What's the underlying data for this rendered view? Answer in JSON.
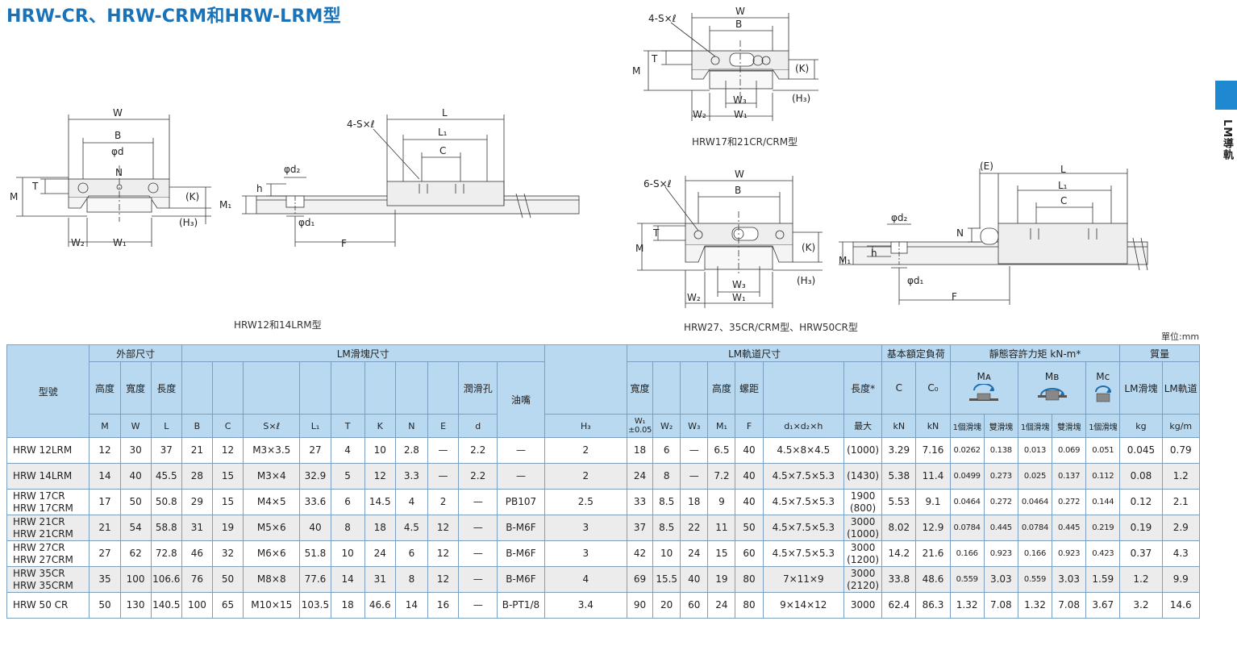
{
  "title": "HRW-CR、HRW-CRM和HRW-LRM型",
  "side_tab": {
    "label": "LM導軌",
    "color": "#1e88d0"
  },
  "captions": {
    "lrm": "HRW12和14LRM型",
    "cr17": "HRW17和21CR/CRM型",
    "cr27": "HRW27、35CR/CRM型、HRW50CR型"
  },
  "unit": "單位:mm",
  "fig_labels": {
    "W": "W",
    "B": "B",
    "M": "M",
    "T": "T",
    "K": "(K)",
    "H3": "(H₃)",
    "W1": "W₁",
    "W2": "W₂",
    "W3": "W₃",
    "phi_d": "φd",
    "N": "N",
    "L": "L",
    "L1": "L₁",
    "C": "C",
    "F": "F",
    "h": "h",
    "M1": "M₁",
    "phi_d1": "φd₁",
    "phi_d2": "φd₂",
    "S4": "4-S×ℓ",
    "S6": "6-S×ℓ",
    "E": "(E)"
  },
  "table": {
    "groups": {
      "model": "型號",
      "outer": "外部尺寸",
      "block": "LM滑塊尺寸",
      "rail": "LM軌道尺寸",
      "load": "基本額定負荷",
      "moment": "靜態容許力矩 kN-m*",
      "mass": "質量"
    },
    "sub": {
      "height": "高度",
      "width": "寬度",
      "length": "長度",
      "lube": "潤滑孔",
      "nipple": "油嘴",
      "rail_width": "寬度",
      "rail_height": "高度",
      "pitch": "螺距",
      "rail_length": "長度*",
      "C": "C",
      "C0": "C₀",
      "MA": "Mᴀ",
      "MB": "Mʙ",
      "MC": "Mᴄ",
      "lm_block": "LM滑塊",
      "lm_rail": "LM軌道"
    },
    "units": {
      "M": "M",
      "W": "W",
      "L": "L",
      "B": "B",
      "C": "C",
      "S": "S×ℓ",
      "L1": "L₁",
      "T": "T",
      "K": "K",
      "N": "N",
      "E": "E",
      "d": "d",
      "H3": "H₃",
      "W1a": "W₁",
      "W1b": "±0.05",
      "W2": "W₂",
      "W3": "W₃",
      "M1": "M₁",
      "F": "F",
      "dd": "d₁×d₂×h",
      "max": "最大",
      "kN1": "kN",
      "kN2": "kN",
      "one1": "1個滑塊",
      "two1": "雙滑塊",
      "one2": "1個滑塊",
      "two2": "雙滑塊",
      "one3": "1個滑塊",
      "kg": "kg",
      "kgm": "kg/m"
    },
    "rows": [
      {
        "model": [
          "HRW 12LRM"
        ],
        "M": "12",
        "W": "30",
        "L": "37",
        "B": "21",
        "C": "12",
        "S": "M3×3.5",
        "L1": "27",
        "T": "4",
        "K": "10",
        "N": "2.8",
        "E": "—",
        "d": "2.2",
        "nipple": "—",
        "H3": "2",
        "W1": "18",
        "W2": "6",
        "W3": "—",
        "M1": "6.5",
        "F": "40",
        "dd": "4.5×8×4.5",
        "len": [
          "(1000)"
        ],
        "C_": "3.29",
        "C0": "7.16",
        "MA1": "0.0262",
        "MA2": "0.138",
        "MB1": "0.013",
        "MB2": "0.069",
        "MC1": "0.051",
        "mb": "0.045",
        "mr": "0.79"
      },
      {
        "model": [
          "HRW 14LRM"
        ],
        "M": "14",
        "W": "40",
        "L": "45.5",
        "B": "28",
        "C": "15",
        "S": "M3×4",
        "L1": "32.9",
        "T": "5",
        "K": "12",
        "N": "3.3",
        "E": "—",
        "d": "2.2",
        "nipple": "—",
        "H3": "2",
        "W1": "24",
        "W2": "8",
        "W3": "—",
        "M1": "7.2",
        "F": "40",
        "dd": "4.5×7.5×5.3",
        "len": [
          "(1430)"
        ],
        "C_": "5.38",
        "C0": "11.4",
        "MA1": "0.0499",
        "MA2": "0.273",
        "MB1": "0.025",
        "MB2": "0.137",
        "MC1": "0.112",
        "mb": "0.08",
        "mr": "1.2"
      },
      {
        "model": [
          "HRW 17CR",
          "HRW 17CRM"
        ],
        "M": "17",
        "W": "50",
        "L": "50.8",
        "B": "29",
        "C": "15",
        "S": "M4×5",
        "L1": "33.6",
        "T": "6",
        "K": "14.5",
        "N": "4",
        "E": "2",
        "d": "—",
        "nipple": "PB107",
        "H3": "2.5",
        "W1": "33",
        "W2": "8.5",
        "W3": "18",
        "M1": "9",
        "F": "40",
        "dd": "4.5×7.5×5.3",
        "len": [
          "1900",
          "(800)"
        ],
        "C_": "5.53",
        "C0": "9.1",
        "MA1": "0.0464",
        "MA2": "0.272",
        "MB1": "0.0464",
        "MB2": "0.272",
        "MC1": "0.144",
        "mb": "0.12",
        "mr": "2.1"
      },
      {
        "model": [
          "HRW 21CR",
          "HRW 21CRM"
        ],
        "M": "21",
        "W": "54",
        "L": "58.8",
        "B": "31",
        "C": "19",
        "S": "M5×6",
        "L1": "40",
        "T": "8",
        "K": "18",
        "N": "4.5",
        "E": "12",
        "d": "—",
        "nipple": "B-M6F",
        "H3": "3",
        "W1": "37",
        "W2": "8.5",
        "W3": "22",
        "M1": "11",
        "F": "50",
        "dd": "4.5×7.5×5.3",
        "len": [
          "3000",
          "(1000)"
        ],
        "C_": "8.02",
        "C0": "12.9",
        "MA1": "0.0784",
        "MA2": "0.445",
        "MB1": "0.0784",
        "MB2": "0.445",
        "MC1": "0.219",
        "mb": "0.19",
        "mr": "2.9"
      },
      {
        "model": [
          "HRW 27CR",
          "HRW 27CRM"
        ],
        "M": "27",
        "W": "62",
        "L": "72.8",
        "B": "46",
        "C": "32",
        "S": "M6×6",
        "L1": "51.8",
        "T": "10",
        "K": "24",
        "N": "6",
        "E": "12",
        "d": "—",
        "nipple": "B-M6F",
        "H3": "3",
        "W1": "42",
        "W2": "10",
        "W3": "24",
        "M1": "15",
        "F": "60",
        "dd": "4.5×7.5×5.3",
        "len": [
          "3000",
          "(1200)"
        ],
        "C_": "14.2",
        "C0": "21.6",
        "MA1": "0.166",
        "MA2": "0.923",
        "MB1": "0.166",
        "MB2": "0.923",
        "MC1": "0.423",
        "mb": "0.37",
        "mr": "4.3"
      },
      {
        "model": [
          "HRW 35CR",
          "HRW 35CRM"
        ],
        "M": "35",
        "W": "100",
        "L": "106.6",
        "B": "76",
        "C": "50",
        "S": "M8×8",
        "L1": "77.6",
        "T": "14",
        "K": "31",
        "N": "8",
        "E": "12",
        "d": "—",
        "nipple": "B-M6F",
        "H3": "4",
        "W1": "69",
        "W2": "15.5",
        "W3": "40",
        "M1": "19",
        "F": "80",
        "dd": "7×11×9",
        "len": [
          "3000",
          "(2120)"
        ],
        "C_": "33.8",
        "C0": "48.6",
        "MA1": "0.559",
        "MA2": "3.03",
        "MB1": "0.559",
        "MB2": "3.03",
        "MC1": "1.59",
        "mb": "1.2",
        "mr": "9.9"
      },
      {
        "model": [
          "HRW 50 CR"
        ],
        "M": "50",
        "W": "130",
        "L": "140.5",
        "B": "100",
        "C": "65",
        "S": "M10×15",
        "L1": "103.5",
        "T": "18",
        "K": "46.6",
        "N": "14",
        "E": "16",
        "d": "—",
        "nipple": "B-PT1/8",
        "H3": "3.4",
        "W1": "90",
        "W2": "20",
        "W3": "60",
        "M1": "24",
        "F": "80",
        "dd": "9×14×12",
        "len": [
          "3000"
        ],
        "C_": "62.4",
        "C0": "86.3",
        "MA1": "1.32",
        "MA2": "7.08",
        "MB1": "1.32",
        "MB2": "7.08",
        "MC1": "3.67",
        "mb": "3.2",
        "mr": "14.6"
      }
    ]
  }
}
